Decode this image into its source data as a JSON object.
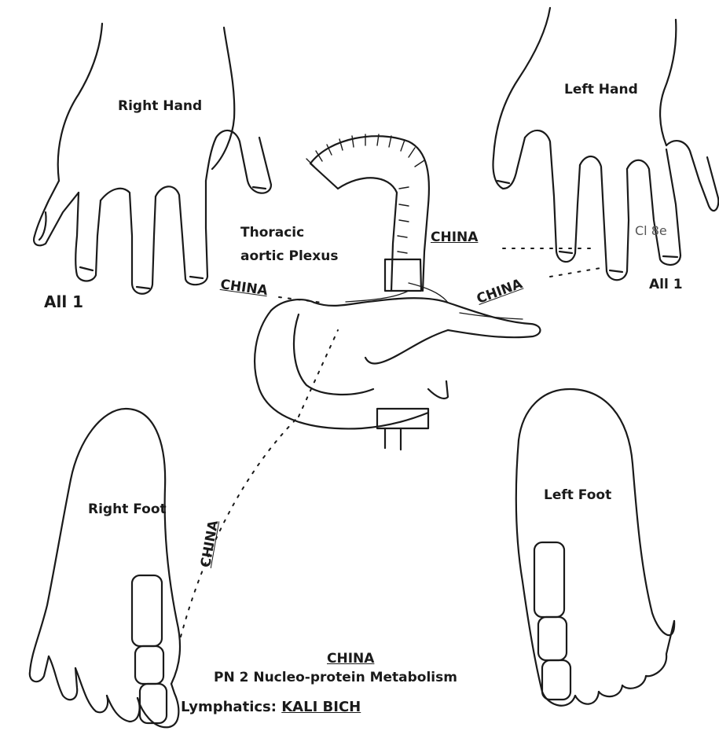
{
  "labels": {
    "right_hand": "Right Hand",
    "left_hand": "Left Hand",
    "right_foot": "Right Foot",
    "left_foot": "Left Foot",
    "thoracic_line1": "Thoracic",
    "thoracic_line2": "aortic Plexus",
    "all1_left": "All 1",
    "all1_right": "All 1",
    "china_center_left": "CHINA",
    "china_top_right": "CHINA",
    "china_right_diag": "CHINA",
    "china_vertical": "CHINA",
    "cl8e": "Cl 8e",
    "bottom_title": "CHINA",
    "bottom_subtitle": "PN 2 Nucleo-protein Metabolism",
    "lymphatics_prefix": "Lymphatics: ",
    "lymphatics_remedy": "KALI BICH"
  },
  "colors": {
    "ink": "#1a1a1a",
    "background": "#ffffff"
  }
}
